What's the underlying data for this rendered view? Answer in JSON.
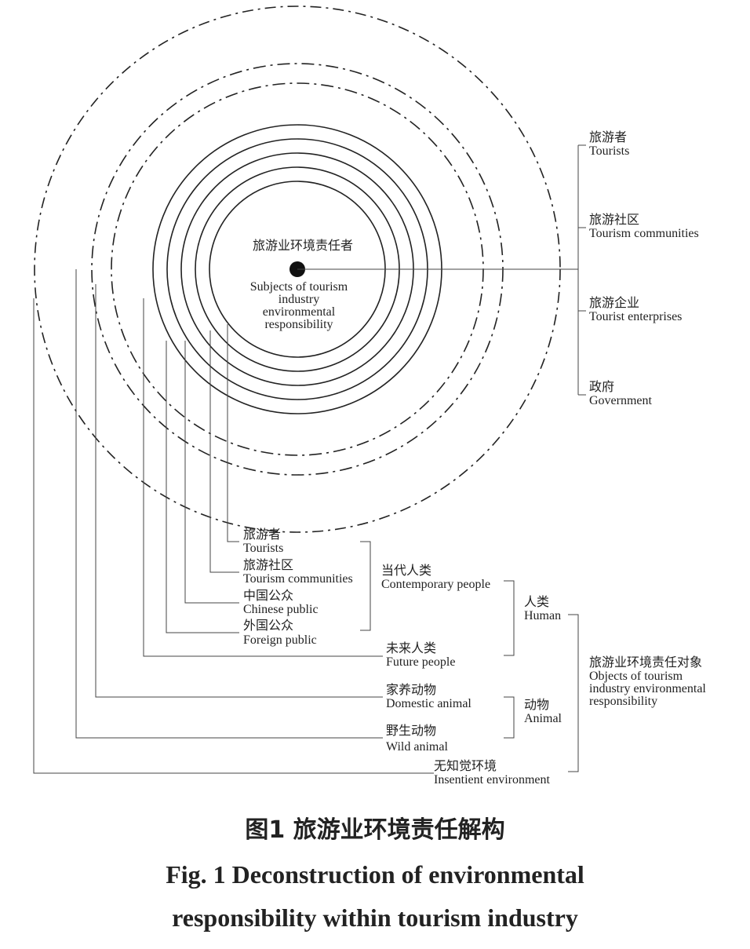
{
  "center": {
    "cn": "旅游业环境责任者",
    "en": [
      "Subjects of tourism",
      "industry",
      "environmental",
      "responsibility"
    ]
  },
  "subjects": [
    {
      "cn": "旅游者",
      "en": "Tourists"
    },
    {
      "cn": "旅游社区",
      "en": "Tourism communities"
    },
    {
      "cn": "旅游企业",
      "en": "Tourist enterprises"
    },
    {
      "cn": "政府",
      "en": "Government"
    }
  ],
  "objects": {
    "contemporary_members": [
      {
        "cn": "旅游者",
        "en": "Tourists"
      },
      {
        "cn": "旅游社区",
        "en": "Tourism communities"
      },
      {
        "cn": "中国公众",
        "en": "Chinese public"
      },
      {
        "cn": "外国公众",
        "en": "Foreign public"
      }
    ],
    "contemporary": {
      "cn": "当代人类",
      "en": "Contemporary people"
    },
    "future": {
      "cn": "未来人类",
      "en": "Future people"
    },
    "human": {
      "cn": "人类",
      "en": "Human"
    },
    "domestic": {
      "cn": "家养动物",
      "en": "Domestic animal"
    },
    "wild": {
      "cn": "野生动物",
      "en": "Wild animal"
    },
    "animal": {
      "cn": "动物",
      "en": "Animal"
    },
    "insentient": {
      "cn": "无知觉环境",
      "en": "Insentient environment"
    },
    "root": {
      "cn": "旅游业环境责任对象",
      "en": [
        "Objects of tourism",
        "industry environmental",
        "responsibility"
      ]
    }
  },
  "caption": {
    "cn": "图1   旅游业环境责任解构",
    "en1": "Fig. 1   Deconstruction of environmental",
    "en2": "responsibility within tourism industry"
  }
}
